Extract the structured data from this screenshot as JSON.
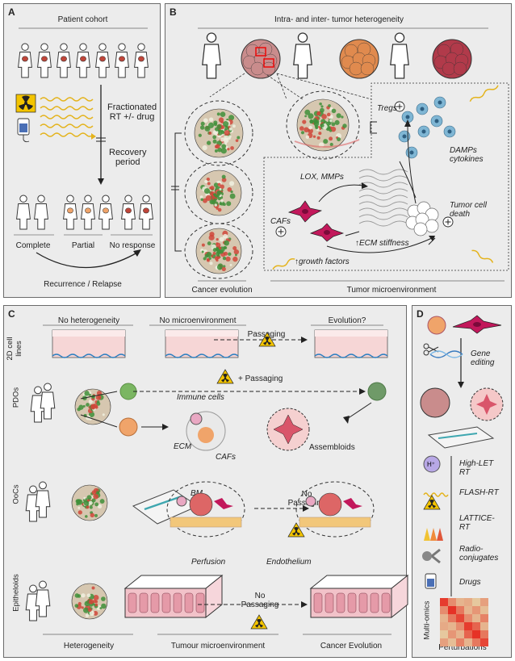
{
  "panel_a": {
    "letter": "A",
    "cohort_title": "Patient cohort",
    "treatment_label": "Fractionated\nRT +/- drug",
    "recovery_label": "Recovery\nperiod",
    "outcomes": [
      "Complete",
      "Partial",
      "No response"
    ],
    "recurrence_label": "Recurrence / Relapse"
  },
  "panel_b": {
    "letter": "B",
    "title": "Intra- and inter- tumor heterogeneity",
    "tregs": "Tregs",
    "damps": "DAMPs\ncytokines",
    "lox": "LOX, MMPs",
    "tumor_cell_death": "Tumor cell\ndeath",
    "cafs": "CAFs",
    "ecm_stiffness": "↑ECM stiffness",
    "growth_factors": "↑growth factors",
    "cancer_evolution": "Cancer evolution",
    "tme": "Tumor microenvironment"
  },
  "panel_c": {
    "letter": "C",
    "row_labels": [
      "2D cell\nlines",
      "PDOs",
      "OoCs",
      "Epitheloids"
    ],
    "no_heterogeneity": "No heterogeneity",
    "no_microenvironment": "No microenvironment",
    "passaging": "Passaging",
    "evolution": "Evolution?",
    "plus_passaging": "+ Passaging",
    "immune_cells": "Immune cells",
    "ecm": "ECM",
    "cafs": "CAFs",
    "assembloids": "Assembloids",
    "bm": "BM",
    "no_passaging": "No\nPassaging",
    "perfusion": "Perfusion",
    "endothelium": "Endothelium",
    "bottom_labels": [
      "Heterogeneity",
      "Tumour microenvironment",
      "Cancer Evolution"
    ]
  },
  "panel_d": {
    "letter": "D",
    "gene_editing": "Gene\nediting",
    "perturbations_list": [
      "High-LET\nRT",
      "FLASH-RT",
      "LATTICE-\nRT",
      "Radio-\nconjugates",
      "Drugs"
    ],
    "proton_symbol": "H⁺",
    "multiomics": "Multi-omics",
    "perturbations": "Perturbations"
  },
  "heatmap": [
    [
      0.9,
      0.5,
      0.3,
      0.35,
      0.2,
      0.4
    ],
    [
      0.5,
      0.95,
      0.6,
      0.3,
      0.45,
      0.25
    ],
    [
      0.3,
      0.6,
      0.85,
      0.5,
      0.3,
      0.55
    ],
    [
      0.35,
      0.3,
      0.5,
      0.9,
      0.7,
      0.3
    ],
    [
      0.2,
      0.45,
      0.3,
      0.7,
      0.95,
      0.6
    ],
    [
      0.4,
      0.25,
      0.55,
      0.3,
      0.6,
      0.85
    ]
  ],
  "colors": {
    "panel_bg": "#ececec",
    "tumor": "#c0463a",
    "wave": "#e4b31c",
    "caf": "#c2185b",
    "immune": "#7fb6d4",
    "organoid_green": "#7bb662",
    "organoid_orange": "#f0a46a"
  }
}
